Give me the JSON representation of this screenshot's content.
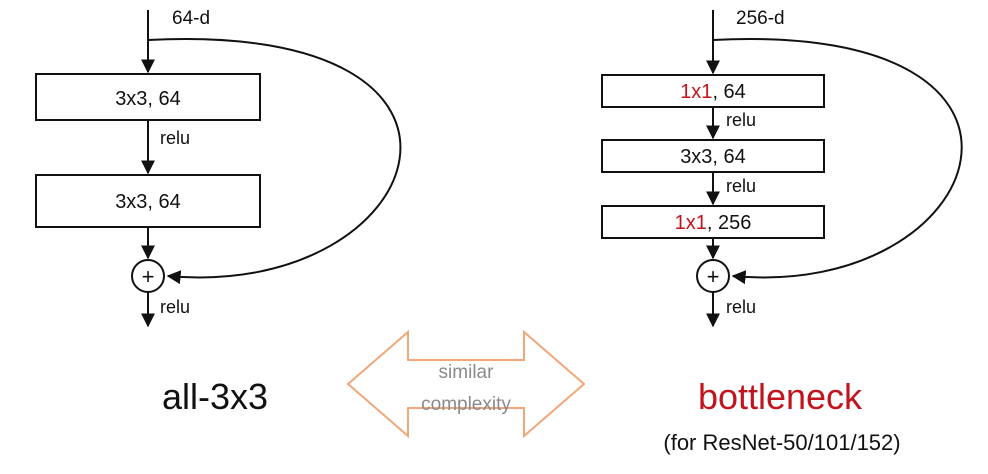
{
  "colors": {
    "ink": "#111111",
    "accent_red": "#c0151e",
    "arrow_outline": "#f2a77a",
    "arrow_text": "#8a8a8a"
  },
  "left": {
    "input_label": "64-d",
    "layer1": "3x3, 64",
    "relu1": "relu",
    "layer2": "3x3, 64",
    "add_symbol": "+",
    "relu_out": "relu",
    "caption": "all-3x3"
  },
  "right": {
    "input_label": "256-d",
    "layer1_kernel": "1x1",
    "layer1_channels": ", 64",
    "relu1": "relu",
    "layer2": "3x3, 64",
    "relu2": "relu",
    "layer3_kernel": "1x1",
    "layer3_channels": ", 256",
    "add_symbol": "+",
    "relu_out": "relu",
    "caption": "bottleneck",
    "subcaption": "(for ResNet-50/101/152)"
  },
  "middle": {
    "line1": "similar",
    "line2": "complexity",
    "icon": "double-headed-arrow"
  }
}
